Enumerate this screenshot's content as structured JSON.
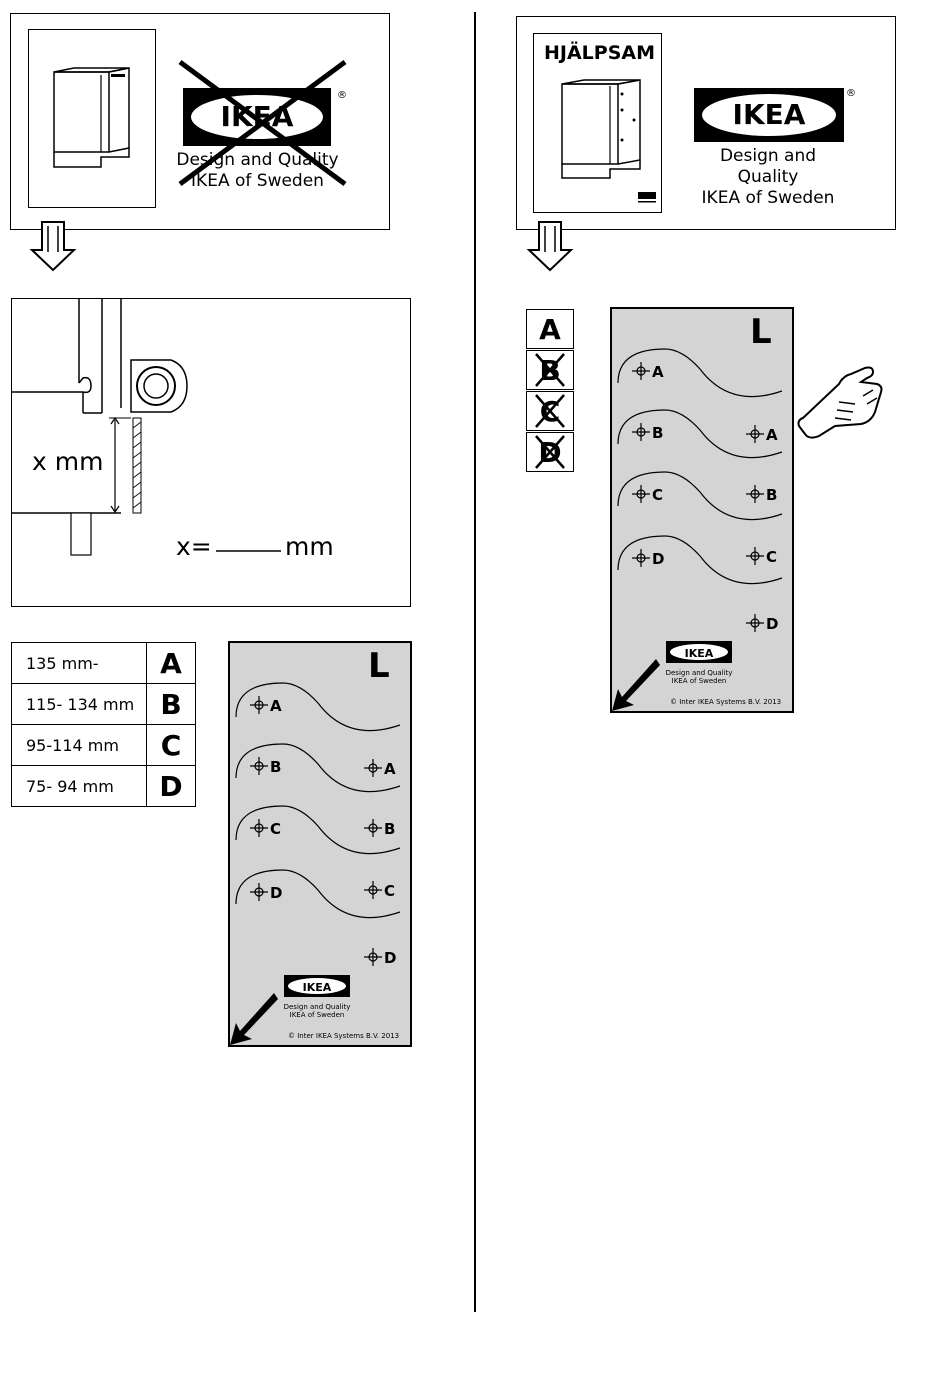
{
  "left": {
    "logo": {
      "brand": "IKEA",
      "tag_line1": "Design and Quality",
      "tag_line2": "IKEA of Sweden",
      "reg": "®"
    },
    "measure": {
      "label": "x mm",
      "formula_prefix": "x=",
      "formula_suffix": "mm"
    },
    "table": [
      {
        "range": "135 mm-",
        "letter": "A"
      },
      {
        "range": "115- 134 mm",
        "letter": "B"
      },
      {
        "range": "95-114 mm",
        "letter": "C"
      },
      {
        "range": "75- 94 mm",
        "letter": "D"
      }
    ]
  },
  "right": {
    "product_name": "HJÄLPSAM",
    "logo": {
      "brand": "IKEA",
      "tag_line1": "Design and Quality",
      "tag_line2": "IKEA of Sweden",
      "reg": "®"
    },
    "choices": [
      "A",
      "B",
      "C",
      "D"
    ]
  },
  "template": {
    "side": "L",
    "left_marks": [
      "A",
      "B",
      "C",
      "D"
    ],
    "right_marks": [
      "A",
      "B",
      "C",
      "D"
    ],
    "brand": "IKEA",
    "tag_line1": "Design and Quality",
    "tag_line2": "IKEA of Sweden",
    "copyright": "© Inter IKEA Systems B.V. 2013"
  },
  "colors": {
    "template_bg": "#d4d4d4",
    "ink": "#000000"
  }
}
